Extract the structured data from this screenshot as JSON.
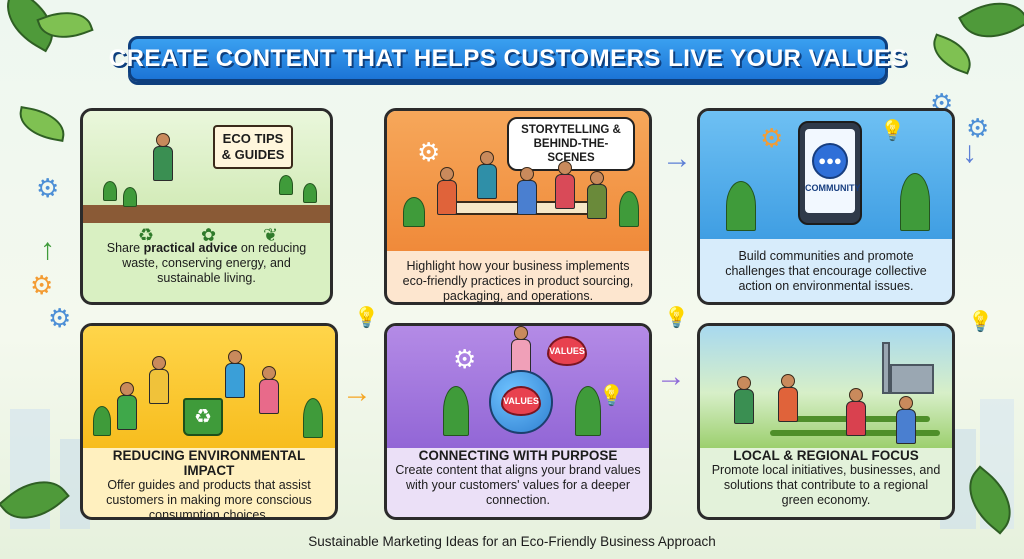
{
  "title": "CREATE CONTENT THAT HELPS CUSTOMERS LIVE YOUR VALUES",
  "footer": "Sustainable Marketing Ideas for an Eco-Friendly Business Approach",
  "colors": {
    "title_banner": "#1c74d6",
    "card_green": "#d9f0c2",
    "card_orange": "#f08a3a",
    "card_blue": "#3f9ee3",
    "card_yellow": "#f7bd1e",
    "card_purple": "#9266d6",
    "card_field": "#9ccf6e"
  },
  "cards": [
    {
      "scene_label": "ECO TIPS & GUIDES",
      "heading": "",
      "body_pre": "Share ",
      "body_bold": "practical advice",
      "body_post": " on reducing waste, conserving energy, and sustainable living.",
      "icons": [
        "recycle-icon",
        "sprout-icon",
        "hand-plant-icon"
      ]
    },
    {
      "scene_label": "STORYTELLING & BEHIND-THE-SCENES",
      "heading": "",
      "body": "Highlight how your business implements eco-friendly practices in product sourcing, packaging, and operations."
    },
    {
      "scene_label": "COMMUNITY",
      "heading": "",
      "body": "Build communities and promote challenges that encourage collective action on environmental issues."
    },
    {
      "scene_label": "",
      "heading": "REDUCING ENVIRONMENTAL IMPACT",
      "body": "Offer guides and products that assist customers in making more conscious consumption choices."
    },
    {
      "scene_label": "VALUES",
      "scene_label_2": "VALUES",
      "heading": "CONNECTING WITH PURPOSE",
      "body": "Create content that aligns your brand values with your customers' values for a deeper connection."
    },
    {
      "scene_label": "",
      "heading": "LOCAL & REGIONAL FOCUS",
      "body": "Promote local initiatives, businesses, and solutions that contribute to a regional green economy."
    }
  ]
}
